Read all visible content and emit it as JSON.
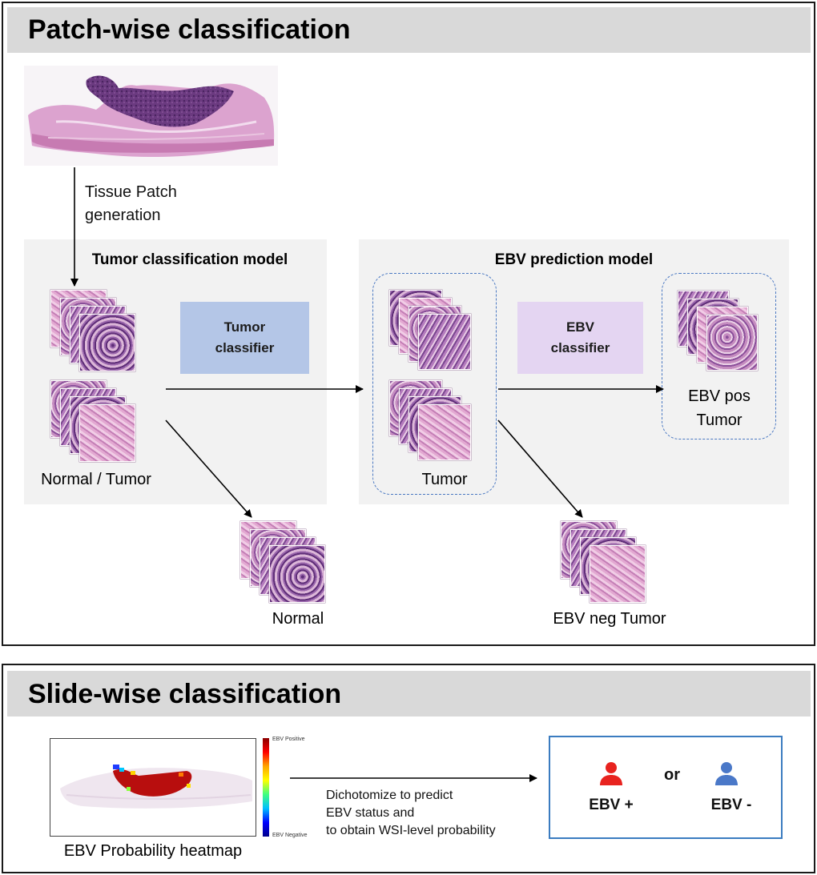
{
  "patch_section": {
    "title": "Patch-wise classification",
    "tissue_patch_line1": "Tissue Patch",
    "tissue_patch_line2": "generation",
    "tumor_model": {
      "title": "Tumor classification model",
      "classifier_line1": "Tumor",
      "classifier_line2": "classifier",
      "input_label": "Normal / Tumor",
      "color": "#b4c6e7"
    },
    "ebv_model": {
      "title": "EBV prediction model",
      "classifier_line1": "EBV",
      "classifier_line2": "classifier",
      "input_label": "Tumor",
      "output_line1": "EBV pos",
      "output_line2": "Tumor",
      "color": "#e4d5f2"
    },
    "normal_output_label": "Normal",
    "ebv_neg_label": "EBV neg Tumor"
  },
  "slide_section": {
    "title": "Slide-wise classification",
    "heatmap_label": "EBV Probability heatmap",
    "colorbar_top": "EBV Positive",
    "colorbar_bottom": "EBV Negative",
    "arrow_text_line1": "Dichotomize to predict",
    "arrow_text_line2": "EBV status and",
    "arrow_text_line3": "to obtain WSI-level probability",
    "result_pos": "EBV +",
    "result_or": "or",
    "result_neg": "EBV -",
    "pos_color": "#e8231f",
    "neg_color": "#4a78c8"
  }
}
